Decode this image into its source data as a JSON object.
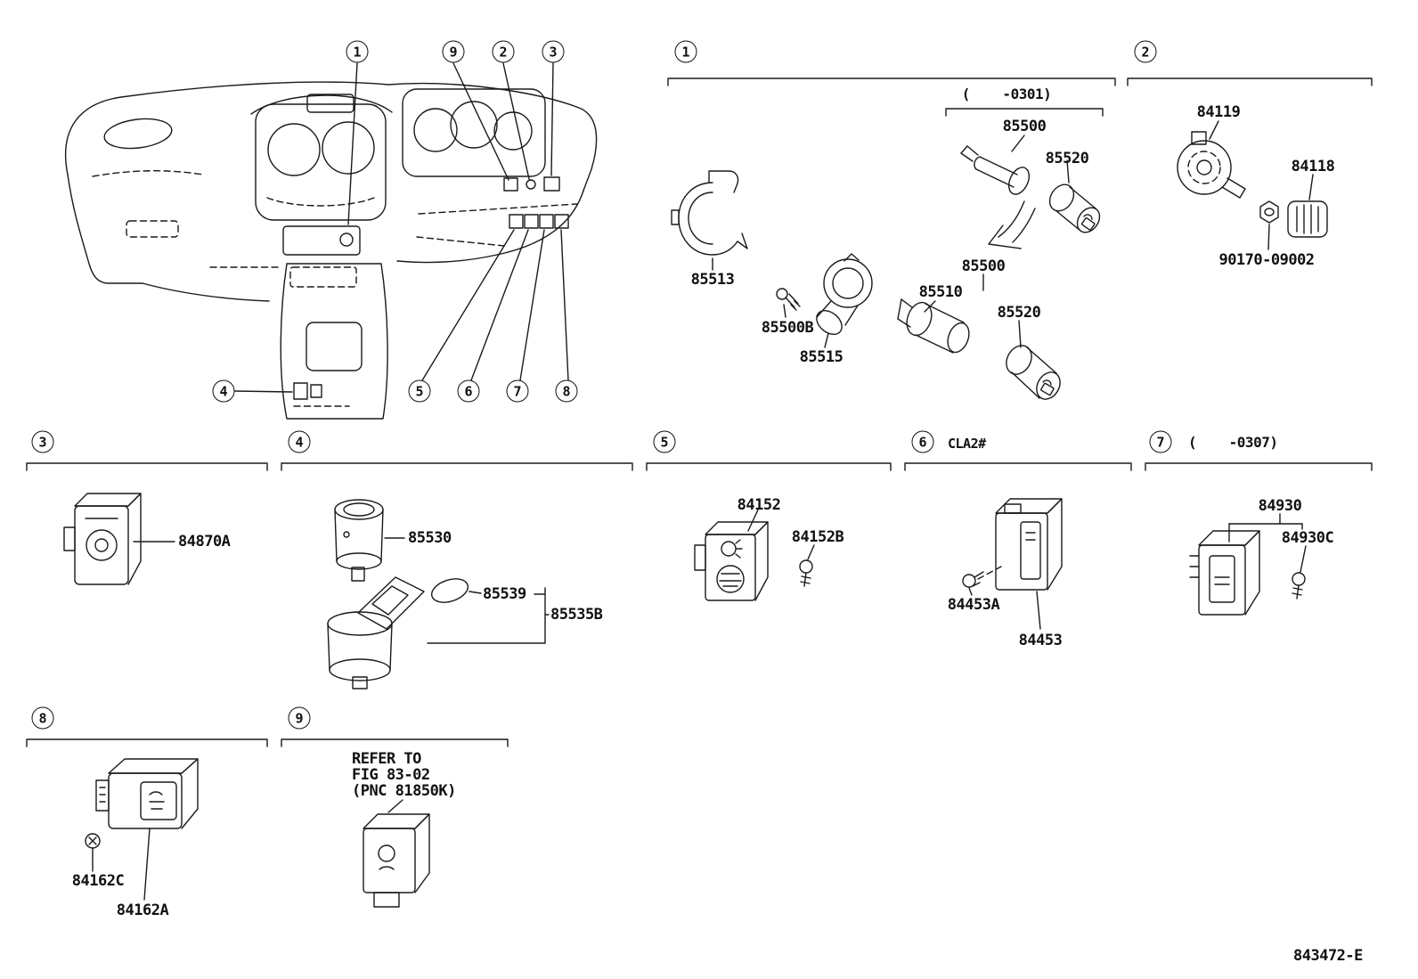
{
  "figure": {
    "code": "843472-E"
  },
  "callouts": {
    "c1": "1",
    "c2": "2",
    "c3": "3",
    "c4": "4",
    "c5": "5",
    "c6": "6",
    "c7": "7",
    "c8": "8",
    "c9": "9"
  },
  "sections": {
    "s1": {
      "num": "1",
      "range_note": "(    -0301)",
      "labels": {
        "l85513": "85513",
        "l85500b": "85500B",
        "l85515": "85515",
        "l85500_top": "85500",
        "l85520_top": "85520",
        "l85500_bot": "85500",
        "l85510": "85510",
        "l85520_bot": "85520"
      }
    },
    "s2": {
      "num": "2",
      "labels": {
        "l84119": "84119",
        "l84118": "84118",
        "l90170": "90170-09002"
      }
    },
    "s3": {
      "num": "3",
      "labels": {
        "l84870a": "84870A"
      }
    },
    "s4": {
      "num": "4",
      "labels": {
        "l85530": "85530",
        "l85539": "85539",
        "l85535b": "85535B"
      }
    },
    "s5": {
      "num": "5",
      "labels": {
        "l84152": "84152",
        "l84152b": "84152B"
      }
    },
    "s6": {
      "num": "6",
      "model_note": "CLA2#",
      "labels": {
        "l84453a": "84453A",
        "l84453": "84453"
      }
    },
    "s7": {
      "num": "7",
      "range_note": "(    -0307)",
      "labels": {
        "l84930": "84930",
        "l84930c": "84930C"
      }
    },
    "s8": {
      "num": "8",
      "labels": {
        "l84162c": "84162C",
        "l84162a": "84162A"
      }
    },
    "s9": {
      "num": "9",
      "refer": {
        "line1": "REFER TO",
        "line2": "FIG 83-02",
        "line3": "(PNC 81850K)"
      }
    }
  }
}
